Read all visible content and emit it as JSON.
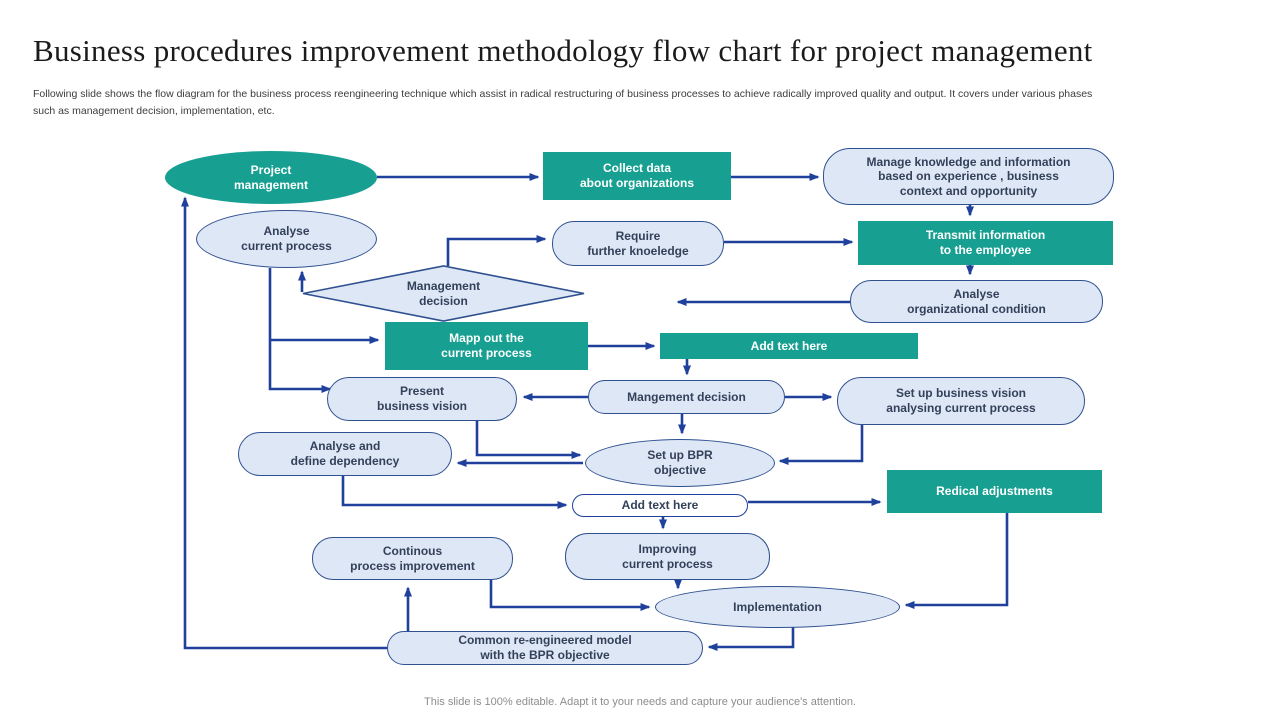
{
  "slide": {
    "title": "Business procedures improvement methodology flow chart for project management",
    "description": "Following slide shows the flow diagram for the  business process reengineering technique which assist in radical restructuring of business processes to achieve radically improved quality and output. It covers under various phases\nsuch as management decision, implementation, etc.",
    "footer": "This slide is 100% editable. Adapt it to your needs and capture your audience's attention."
  },
  "colors": {
    "teal_fill": "#17A091",
    "light_fill": "#DEE7F6",
    "shape_border": "#30518F",
    "arrow": "#1F419B",
    "teal_text": "#FFFFFF",
    "shape_text": "#33415A"
  },
  "nodes": {
    "project_management": "Project\nmanagement",
    "collect_data": "Collect data\nabout organizations",
    "manage_knowledge": "Manage knowledge and information\nbased on experience , business\ncontext and opportunity",
    "analyse_current_process": "Analyse\ncurrent process",
    "require_further_knowledge": "Require\nfurther knoeledge",
    "transmit_information": "Transmit information\nto the employee",
    "management_decision": "Management\ndecision",
    "analyse_organizational_condition": "Analyse\norganizational condition",
    "mapp_out": "Mapp out the\ncurrent process",
    "add_text_teal": "Add text here",
    "present_business_vision": "Present\nbusiness vision",
    "mangement_decision": "Mangement decision",
    "set_up_business_vision": "Set up business  vision\nanalysing current process",
    "analyse_define_dependency": "Analyse and\ndefine dependency",
    "set_up_bpr_objective": "Set up BPR\nobjective",
    "redical_adjustments": "Redical adjustments",
    "add_text_white": "Add text here",
    "improving_current_process": "Improving\ncurrent process",
    "continous_process_improvement": "Continous\nprocess improvement",
    "implementation": "Implementation",
    "common_model": "Common re-engineered model\nwith the BPR objective"
  }
}
